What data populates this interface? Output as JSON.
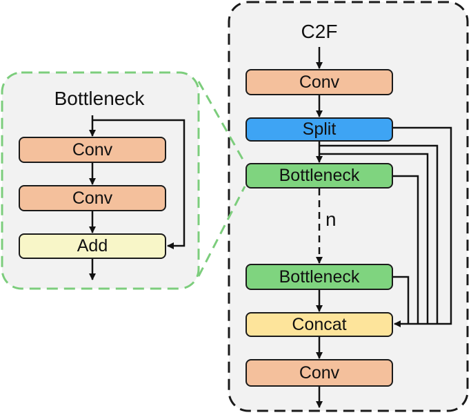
{
  "bottleneck_panel": {
    "title": "Bottleneck",
    "blocks": [
      "Conv",
      "Conv",
      "Add"
    ]
  },
  "c2f_panel": {
    "title": "C2F",
    "blocks": [
      "Conv",
      "Split",
      "Bottleneck",
      "Bottleneck",
      "Concat",
      "Conv"
    ],
    "repeat_label": "n"
  },
  "colors": {
    "conv": "#f4c09c",
    "split": "#3ea4f4",
    "bottleneck": "#7fd47f",
    "concat": "#fde49b",
    "add": "#f8f6c8",
    "zoom_border": "#7ccd7c",
    "panel_bg": "#f2f2f2"
  }
}
